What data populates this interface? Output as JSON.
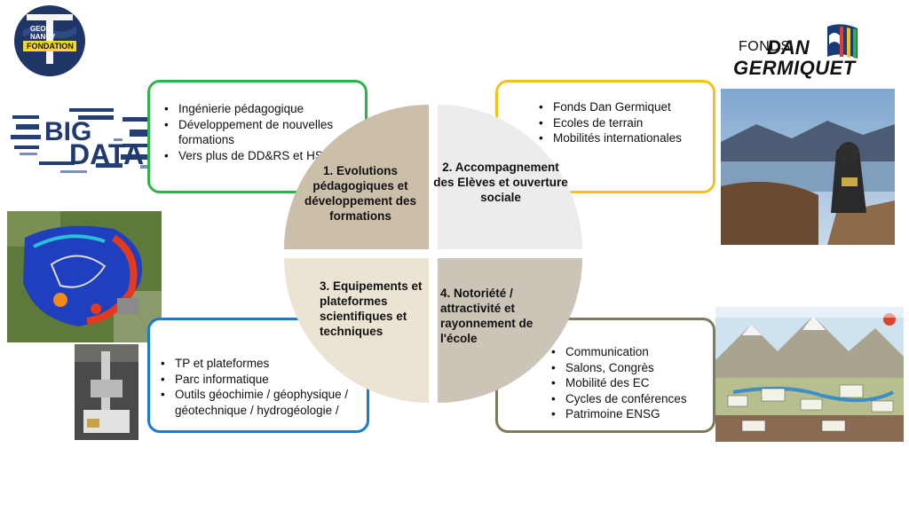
{
  "logos": {
    "geol": {
      "line1": "GEOL",
      "line2": "NANCY",
      "line3": "FONDATION"
    },
    "dan": {
      "line1": "FONDS",
      "line2": "DAN",
      "line3": "GERMIQUET"
    }
  },
  "bigdata": {
    "big": "BIG",
    "data": "DATA"
  },
  "quadrants": {
    "q1": "1. Evolutions pédagogiques et développement des formations",
    "q2": "2. Accompagnement des Elèves et ouverture sociale",
    "q3": "3. Equipements et plateformes scientifiques et techniques",
    "q4": "4. Notoriété / attractivité et rayonnement de l'école"
  },
  "boxes": {
    "green": [
      "Ingénierie pédagogique",
      "Développement de nouvelles formations",
      "Vers plus de DD&RS et HSE"
    ],
    "yellow": [
      "Fonds Dan Germiquet",
      "Ecoles de terrain",
      "Mobilités internationales"
    ],
    "blue": [
      "TP et plateformes",
      "Parc informatique",
      "Outils géochimie / géophysique / géotechnique / hydrogéologie /"
    ],
    "olive": [
      "Communication",
      "Salons, Congrès",
      "Mobilité des EC",
      "Cycles de conférences",
      "Patrimoine ENSG"
    ]
  },
  "colors": {
    "green": "#2fb24a",
    "yellow": "#f3c31c",
    "blue": "#1a7bd4",
    "olive": "#7f7a5d",
    "q1": "#cbbfa9",
    "q2": "#ececec",
    "q3": "#ece4d3",
    "q4": "#ccc4b6"
  }
}
